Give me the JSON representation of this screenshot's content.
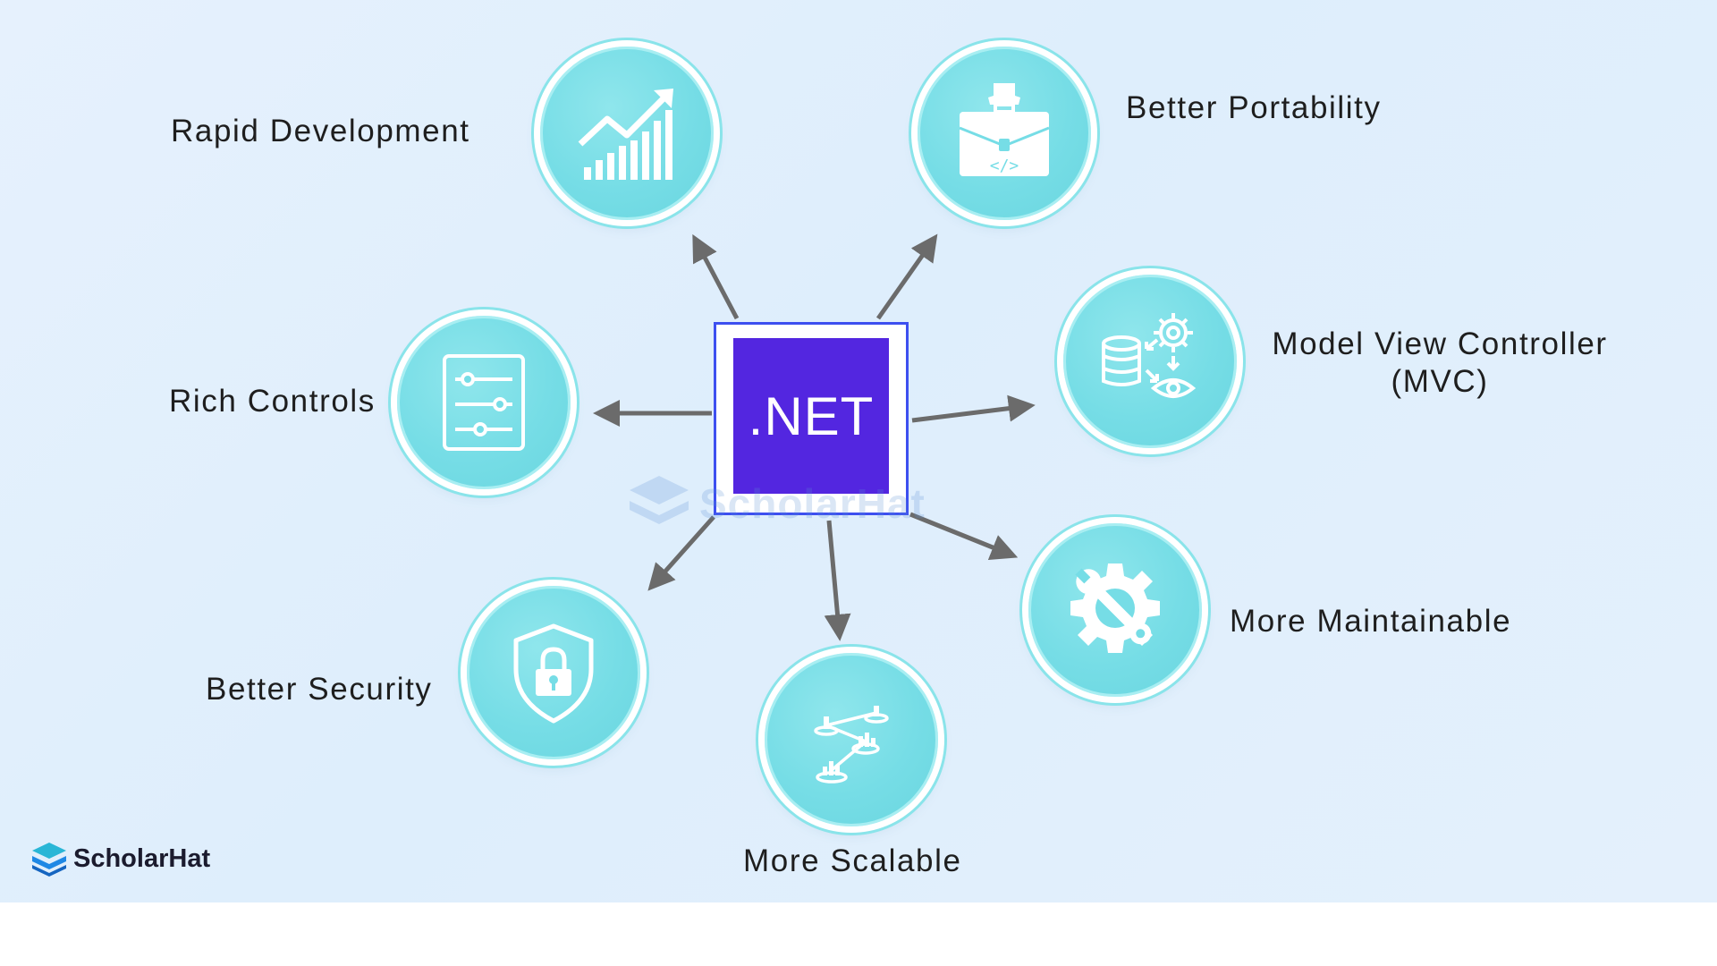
{
  "center": {
    "label": ".NET"
  },
  "features": [
    {
      "id": "rapid-development",
      "label": "Rapid Development",
      "icon": "growth-chart-icon"
    },
    {
      "id": "better-portability",
      "label": "Better Portability",
      "icon": "briefcase-code-icon"
    },
    {
      "id": "model-view-controller",
      "label": "Model View Controller\n(MVC)",
      "icon": "mvc-database-gear-eye-icon"
    },
    {
      "id": "more-maintainable",
      "label": "More Maintainable",
      "icon": "gear-wrench-icon"
    },
    {
      "id": "more-scalable",
      "label": "More Scalable",
      "icon": "scaling-nodes-icon"
    },
    {
      "id": "better-security",
      "label": "Better Security",
      "icon": "shield-lock-icon"
    },
    {
      "id": "rich-controls",
      "label": "Rich Controls",
      "icon": "sliders-panel-icon"
    }
  ],
  "watermark": {
    "text": "ScholarHat",
    "icon": "stacked-layers-logo-icon"
  },
  "brand": {
    "name": "ScholarHat",
    "icon": "stacked-layers-logo-icon"
  },
  "colors": {
    "background": "#e3f0fd",
    "circle_fill": "#76dde6",
    "circle_ring": "#8ae4ea",
    "net_box": "#5326e0",
    "net_border": "#3d4ff0",
    "arrow": "#6b6b6b",
    "brand_blue": "#1e88e5",
    "brand_teal": "#29b6d6"
  }
}
